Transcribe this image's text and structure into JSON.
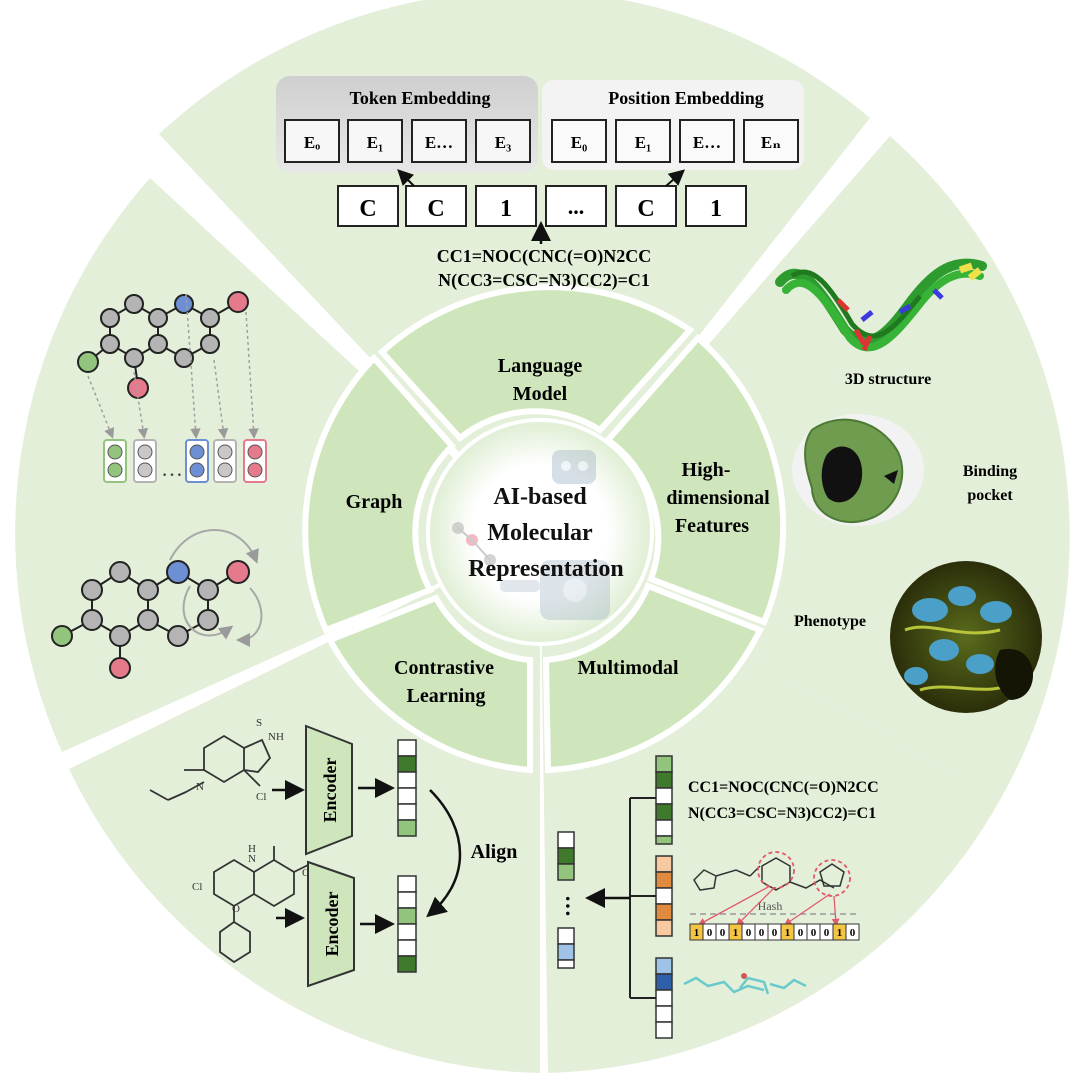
{
  "center": {
    "line1": "AI-based",
    "line2": "Molecular",
    "line3": "Representation"
  },
  "segments": {
    "language_model": [
      "Language",
      "Model"
    ],
    "high_dim": [
      "High-",
      "dimensional",
      "Features"
    ],
    "multimodal": [
      "Multimodal"
    ],
    "contrastive": [
      "Contrastive",
      "Learning"
    ],
    "graph": [
      "Graph"
    ]
  },
  "embedding": {
    "token_title": "Token Embedding",
    "position_title": "Position Embedding",
    "token_boxes": [
      "Eₒ",
      "E₁",
      "E…",
      "E₃"
    ],
    "position_boxes": [
      "E₀",
      "E₁",
      "E…",
      "Eₙ"
    ],
    "tokens": [
      "C",
      "C",
      "1",
      "...",
      "C",
      "1"
    ],
    "smiles_line1": "CC1=NOC(CNC(=O)N2CC",
    "smiles_line2": "N(CC3=CSC=N3)CC2)=C1"
  },
  "features": {
    "structure_label": "3D structure",
    "binding_line1": "Binding",
    "binding_line2": "pocket",
    "phenotype_label": "Phenotype"
  },
  "contrastive_panel": {
    "encoder_label": "Encoder",
    "align_label": "Align",
    "molecule_labels": [
      "S",
      "N",
      "H",
      "N",
      "Cl",
      "Cl",
      "H",
      "N",
      "O",
      "O"
    ]
  },
  "multimodal_panel": {
    "smiles_line1": "CC1=NOC(CNC(=O)N2CC",
    "smiles_line2": "N(CC3=CSC=N3)CC2)=C1",
    "hash_label": "Hash",
    "bits": [
      "1",
      "0",
      "0",
      "1",
      "0",
      "0",
      "0",
      "1",
      "0",
      "0",
      "0",
      "1",
      "0"
    ],
    "ellipsis": "…"
  },
  "graph_panel": {
    "ellipsis": "…"
  },
  "colors": {
    "panel_green": "#e3efd9",
    "ring_green": "#cfe6bd",
    "dark_green": "#3f7a2c",
    "node_gray": "#b4b4b4",
    "node_green": "#93c47d",
    "node_blue": "#6d8fd3",
    "node_red": "#e57a8c",
    "orange": "#e8a060",
    "blue_vec": "#9fc3e8"
  }
}
